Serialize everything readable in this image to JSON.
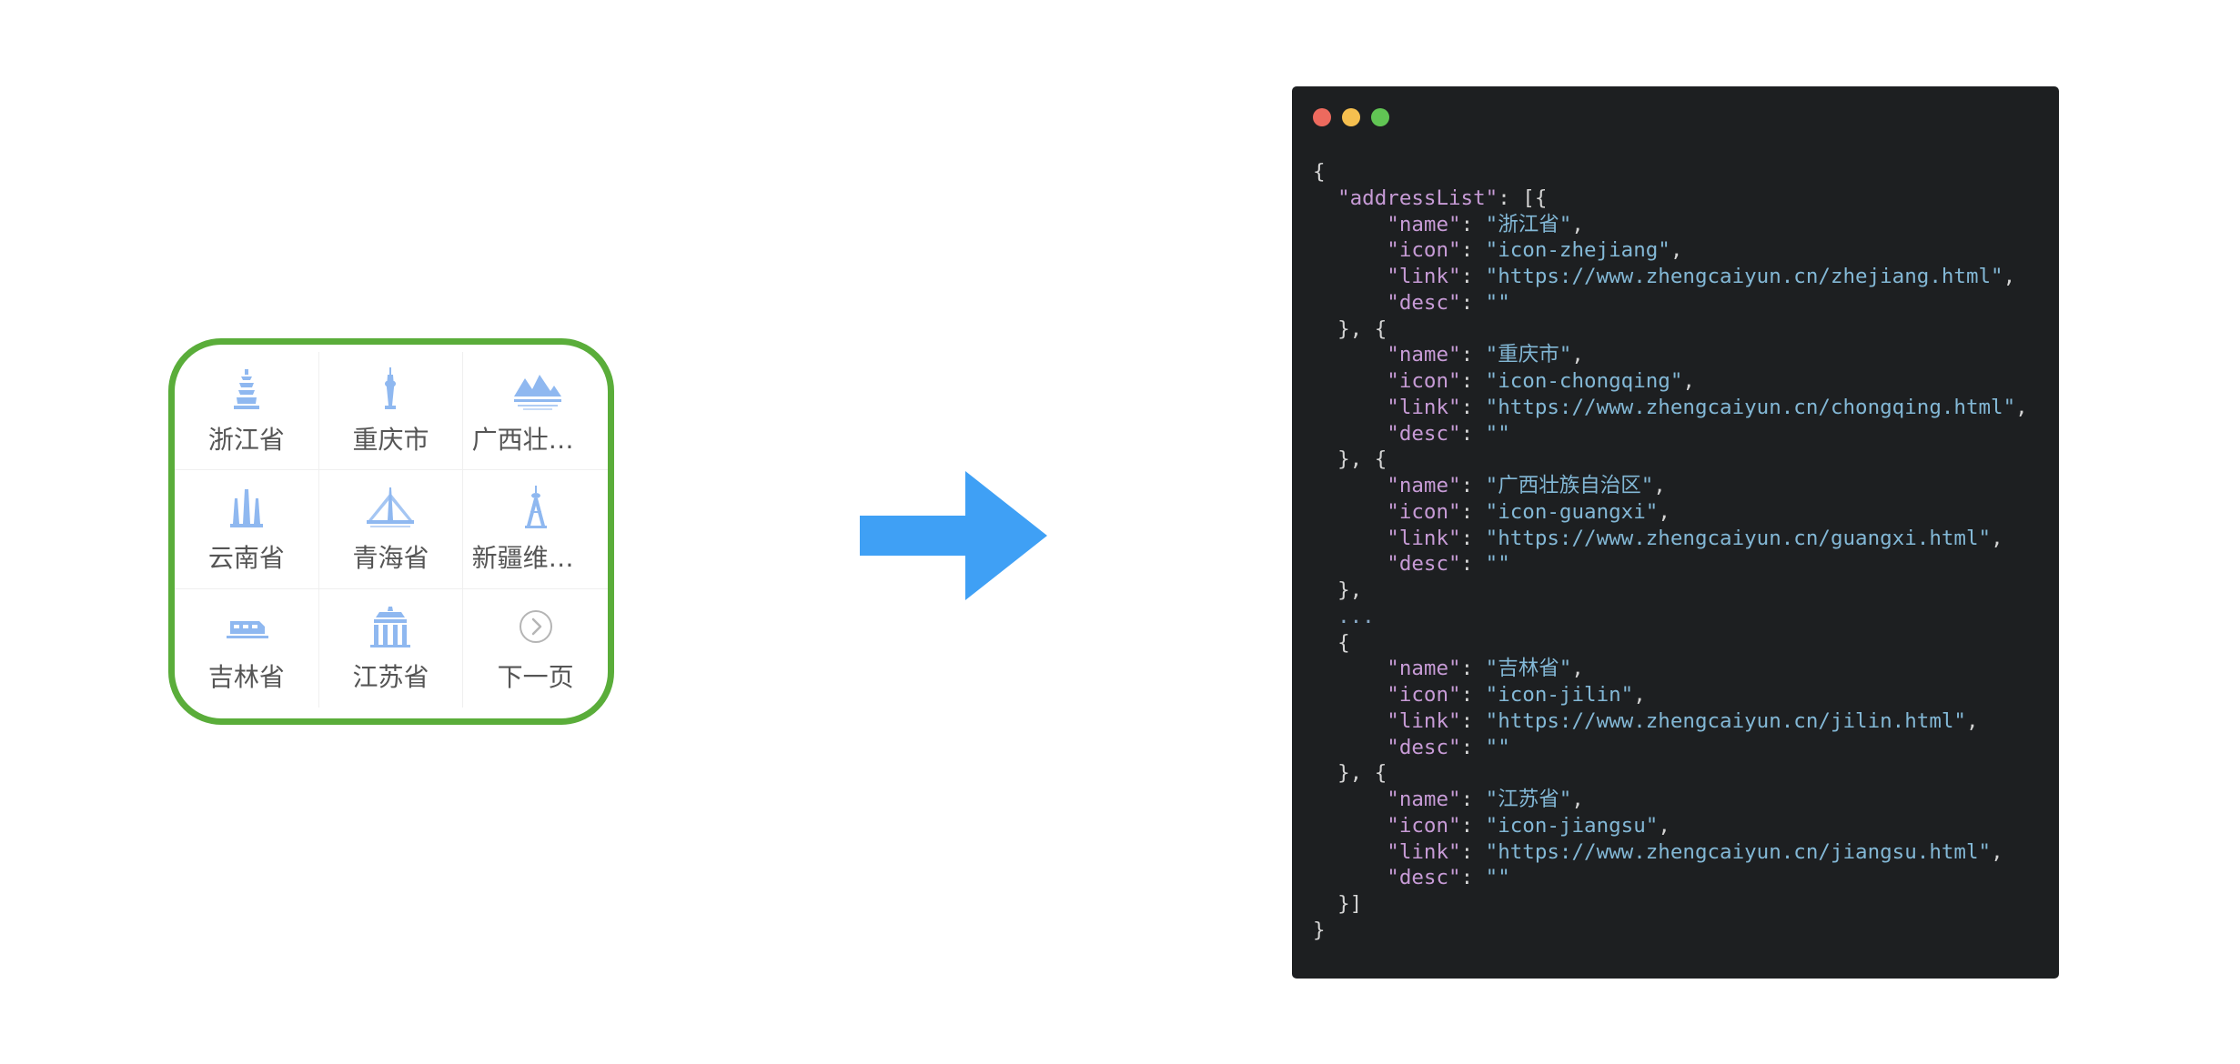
{
  "grid": {
    "cells": [
      {
        "label": "浙江省",
        "icon": "pagoda-icon"
      },
      {
        "label": "重庆市",
        "icon": "tower-icon"
      },
      {
        "label": "广西壮族自治区",
        "icon": "mountains-icon"
      },
      {
        "label": "云南省",
        "icon": "three-pagodas-icon"
      },
      {
        "label": "青海省",
        "icon": "bridge-icon"
      },
      {
        "label": "新疆维吾尔自治区",
        "icon": "tv-tower-icon"
      },
      {
        "label": "吉林省",
        "icon": "train-icon"
      },
      {
        "label": "江苏省",
        "icon": "gate-icon"
      },
      {
        "label": "下一页",
        "icon": "chevron-right-circle-icon"
      }
    ]
  },
  "colors": {
    "card_border": "#5aad3a",
    "icon_blue": "#8fb8f0",
    "arrow": "#3fa0f5",
    "code_bg": "#1d1f21",
    "key": "#c79bd6",
    "string": "#83b8d6",
    "dot_red": "#ed6a5e",
    "dot_yellow": "#f5bf4f",
    "dot_green": "#61c554"
  },
  "code": {
    "list_key": "\"addressList\"",
    "keys": {
      "name": "\"name\"",
      "icon": "\"icon\"",
      "link": "\"link\"",
      "desc": "\"desc\""
    },
    "ellipsis": "...",
    "items": [
      {
        "name": "\"浙江省\"",
        "icon": "\"icon-zhejiang\"",
        "link": "\"https://www.zhengcaiyun.cn/zhejiang.html\"",
        "desc": "\"\""
      },
      {
        "name": "\"重庆市\"",
        "icon": "\"icon-chongqing\"",
        "link": "\"https://www.zhengcaiyun.cn/chongqing.html\"",
        "desc": "\"\""
      },
      {
        "name": "\"广西壮族自治区\"",
        "icon": "\"icon-guangxi\"",
        "link": "\"https://www.zhengcaiyun.cn/guangxi.html\"",
        "desc": "\"\""
      },
      {
        "name": "\"吉林省\"",
        "icon": "\"icon-jilin\"",
        "link": "\"https://www.zhengcaiyun.cn/jilin.html\"",
        "desc": "\"\""
      },
      {
        "name": "\"江苏省\"",
        "icon": "\"icon-jiangsu\"",
        "link": "\"https://www.zhengcaiyun.cn/jiangsu.html\"",
        "desc": "\"\""
      }
    ]
  }
}
